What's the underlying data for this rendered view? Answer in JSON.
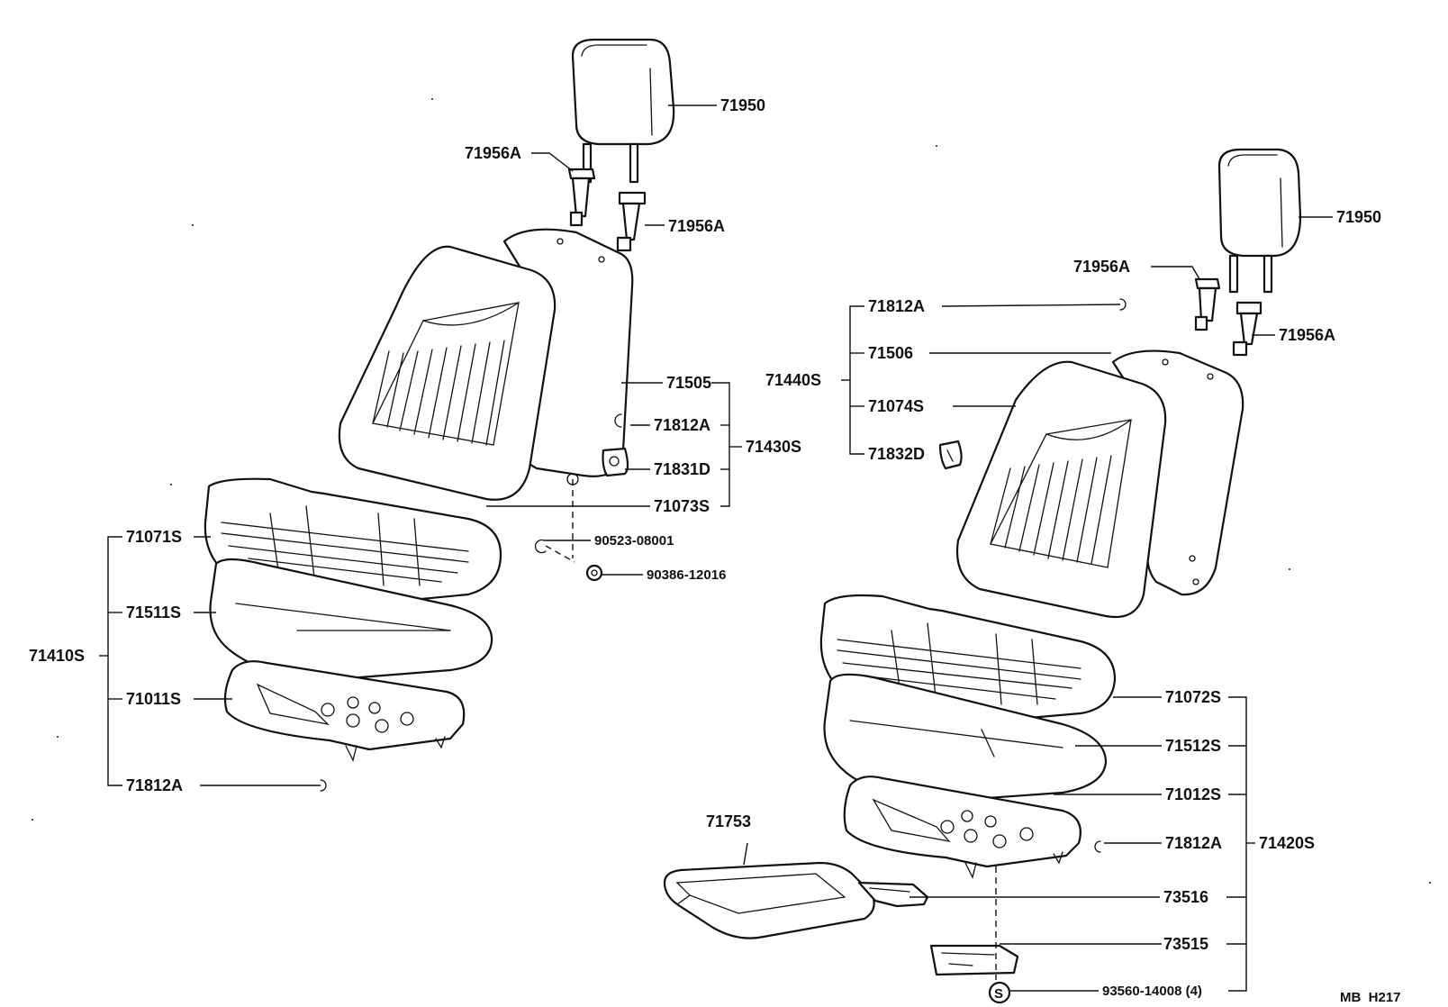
{
  "labels": {
    "left_headrest": "71950",
    "left_guide_1": "71956A",
    "left_guide_2": "71956A",
    "left_back_frame": "71505",
    "left_back_ring": "71812A",
    "left_back_assy": "71430S",
    "left_hinge_cover": "71831D",
    "left_back_cover": "71073S",
    "left_clip": "90523-08001",
    "left_plug": "90386-12016",
    "left_cushion_cover": "71071S",
    "left_cushion_pad": "71511S",
    "left_cushion_assy": "71410S",
    "left_cushion_frame": "71011S",
    "left_cushion_ring": "71812A",
    "right_headrest": "71950",
    "right_guide_1": "71956A",
    "right_guide_2": "71956A",
    "right_back_ring": "71812A",
    "right_back_frame": "71506",
    "right_back_assy": "71440S",
    "right_back_cover": "71074S",
    "right_hinge_cover": "71832D",
    "right_cushion_cover": "71072S",
    "right_cushion_pad": "71512S",
    "right_cushion_frame": "71012S",
    "right_cushion_ring": "71812A",
    "right_cushion_assy": "71420S",
    "tray": "71753",
    "bracket_1": "73516",
    "bracket_2": "73515",
    "screw": "93560-14008 (4)",
    "screw_symbol": "S",
    "page_code": "MB  H217"
  }
}
